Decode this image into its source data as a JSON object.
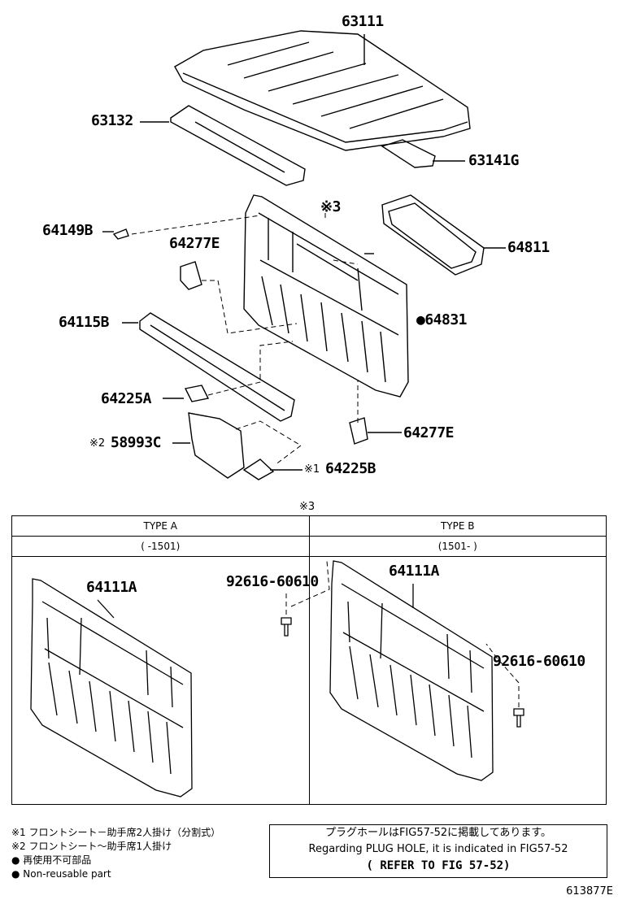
{
  "parts": {
    "p63111": "63111",
    "p63132": "63132",
    "p63141g": "63141G",
    "p64149b": "64149B",
    "p64277e_top": "64277E",
    "p64811": "64811",
    "p64831": "●64831",
    "p64115b": "64115B",
    "p64225a": "64225A",
    "p64277e_bot": "64277E",
    "p58993c": "58993C",
    "p58993c_mark": "※2",
    "p64225b": "64225B",
    "p64225b_mark": "※1",
    "ref3": "※3"
  },
  "table": {
    "ref": "※3",
    "type_a": "TYPE A",
    "type_b": "TYPE B",
    "range_a": "(      -1501)",
    "range_b": "(1501-      )",
    "part_a": "64111A",
    "part_b": "64111A",
    "bolt_1": "92616-60610",
    "bolt_2": "92616-60610"
  },
  "notes": {
    "n1": "※1 フロントシート－助手席2人掛け（分割式）",
    "n2": "※2 フロントシート～助手席1人掛け",
    "n3": "● 再使用不可部品",
    "n4": "● Non-reusable part"
  },
  "plug": {
    "line1": "プラグホールはFIG57-52に掲載してあります。",
    "line2": "Regarding PLUG HOLE, it is indicated in FIG57-52",
    "line3": "(   REFER TO FIG 57-52)"
  },
  "figure_code": "613877E"
}
